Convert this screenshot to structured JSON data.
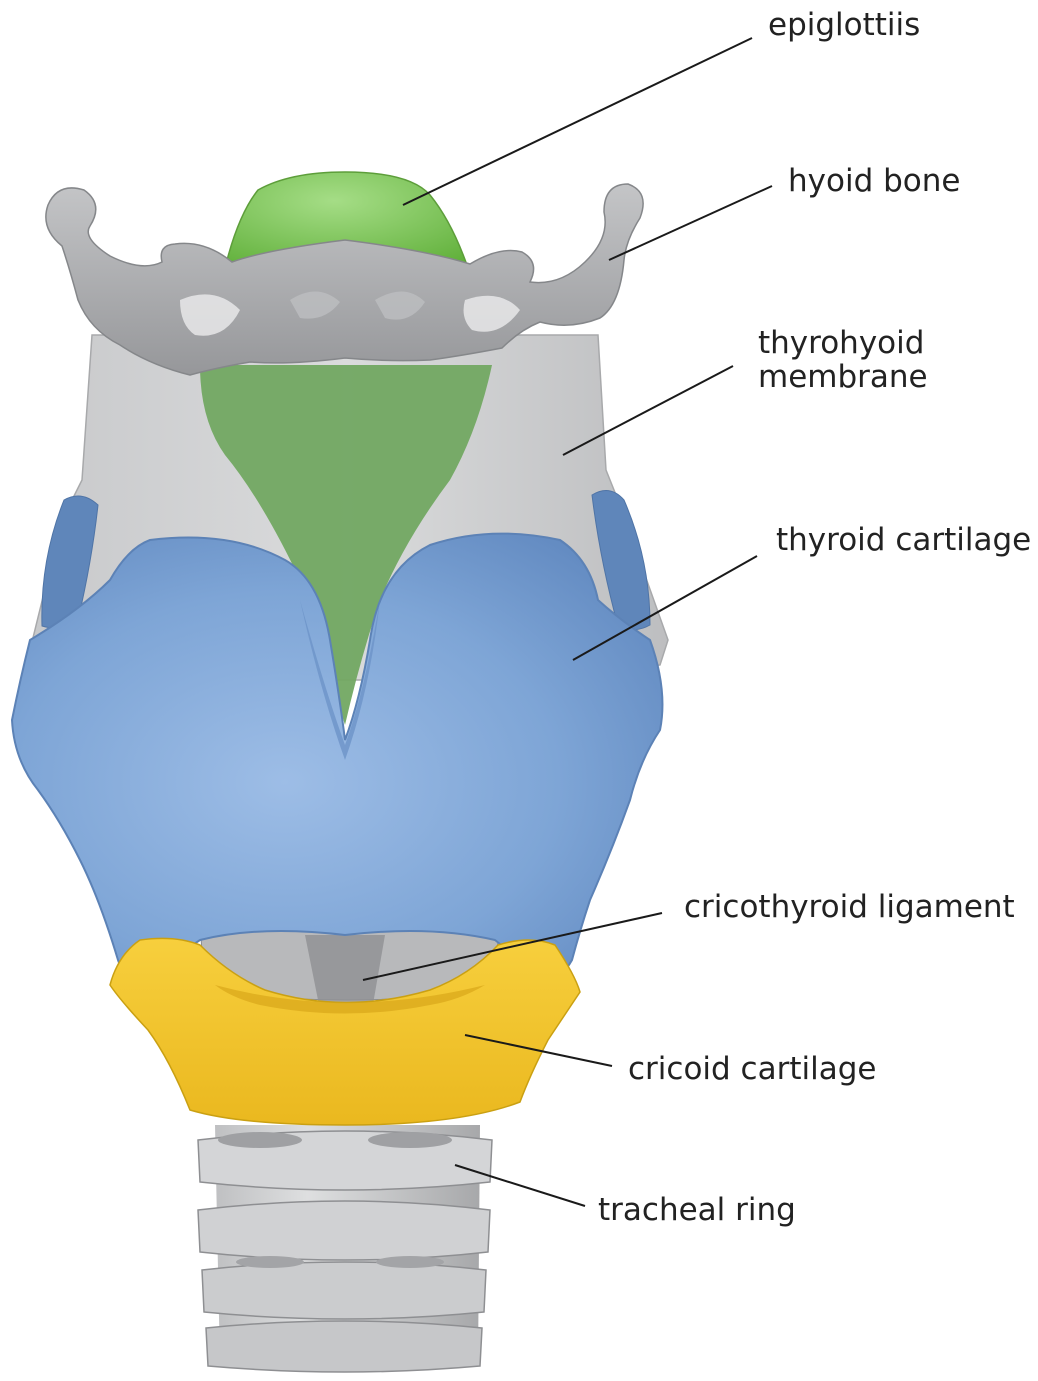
{
  "labels": {
    "epiglottis": "epiglottiis",
    "hyoid_bone": "hyoid bone",
    "thyrohyoid_line1": "thyrohyoid",
    "thyrohyoid_line2": "membrane",
    "thyroid_cartilage": "thyroid cartilage",
    "cricothyroid_ligament": "cricothyroid ligament",
    "cricoid_cartilage": "cricoid cartilage",
    "tracheal_ring": "tracheal ring"
  },
  "colors": {
    "epiglottis": "#72c04a",
    "epiglottis_dark": "#6fa862",
    "hyoid_bone": "#a9abad",
    "membrane": "#d2d3d5",
    "thyroid_cartilage": "#7ea5d6",
    "thyroid_shadow": "#5f86ba",
    "cricoid_cartilage": "#f4c22a",
    "trachea": "#cfd0d2",
    "leader_line": "#1a1a1a"
  }
}
